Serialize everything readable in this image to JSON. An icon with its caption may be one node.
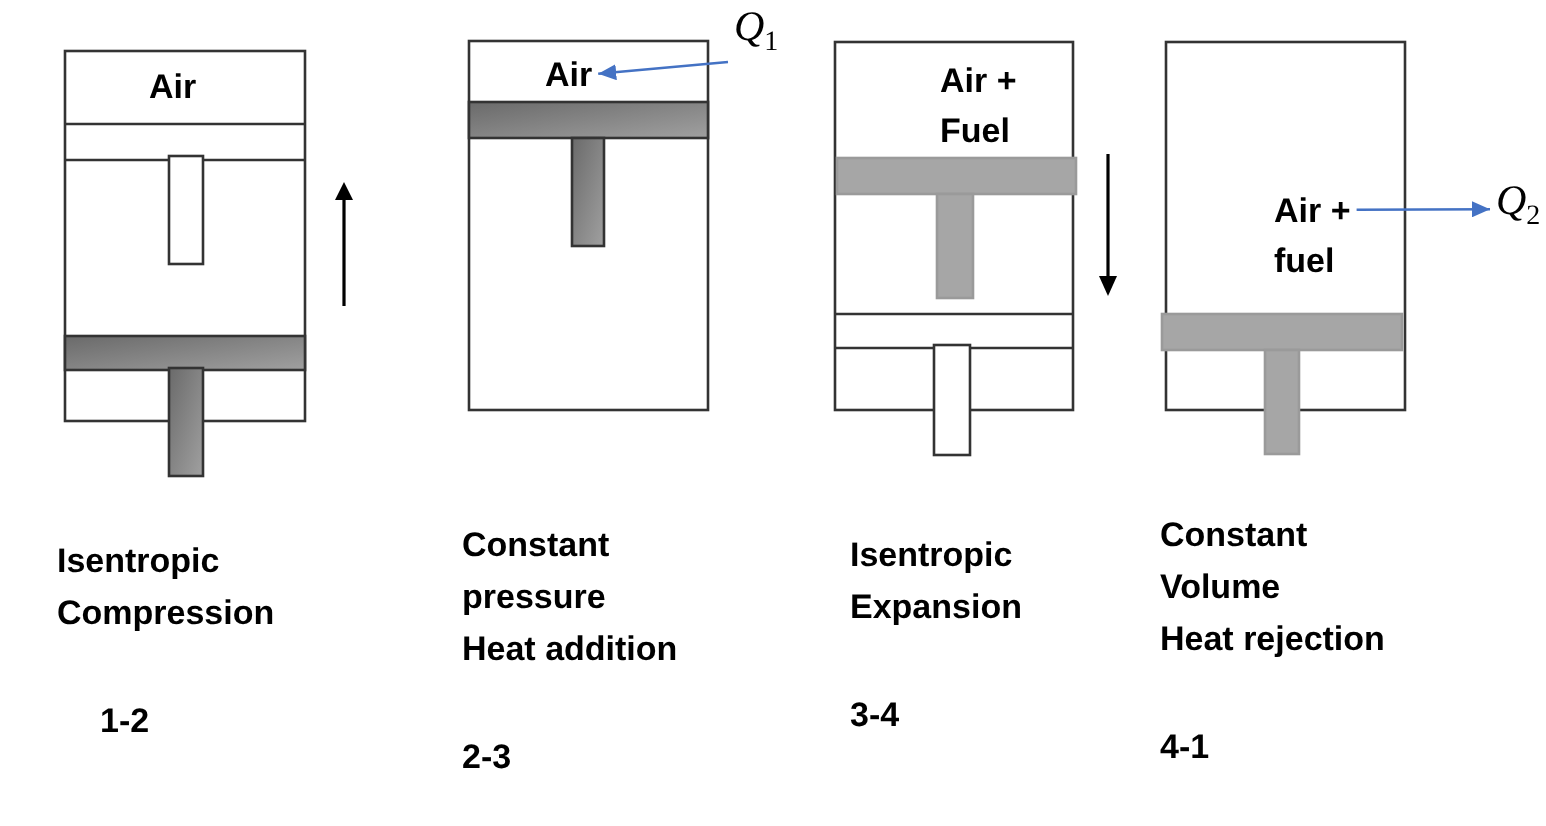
{
  "diagram": {
    "nodes": [
      {
        "text": [
          "Air"
        ]
      },
      {
        "text": [
          "Air"
        ]
      },
      {
        "text": [
          "*Q*$_{1}$"
        ]
      },
      {
        "text": [
          "Air + Fuel"
        ]
      },
      {
        "text": [
          "Air + fuel"
        ]
      },
      {
        "text": [
          "*Q*$_{2}$"
        ]
      }
    ],
    "edges": [
      {
        "from": 2,
        "to": 1,
        "arrow": "to"
      },
      {
        "from": 4,
        "to": 5,
        "arrow": "to"
      }
    ],
    "labels": [
      "Isentropic Compression",
      "1-2",
      "Constant pressure Heat addition",
      "2-3",
      "Isentropic Expansion",
      "3-4",
      "Constant Volume Heat rejection",
      "4-1"
    ]
  }
}
